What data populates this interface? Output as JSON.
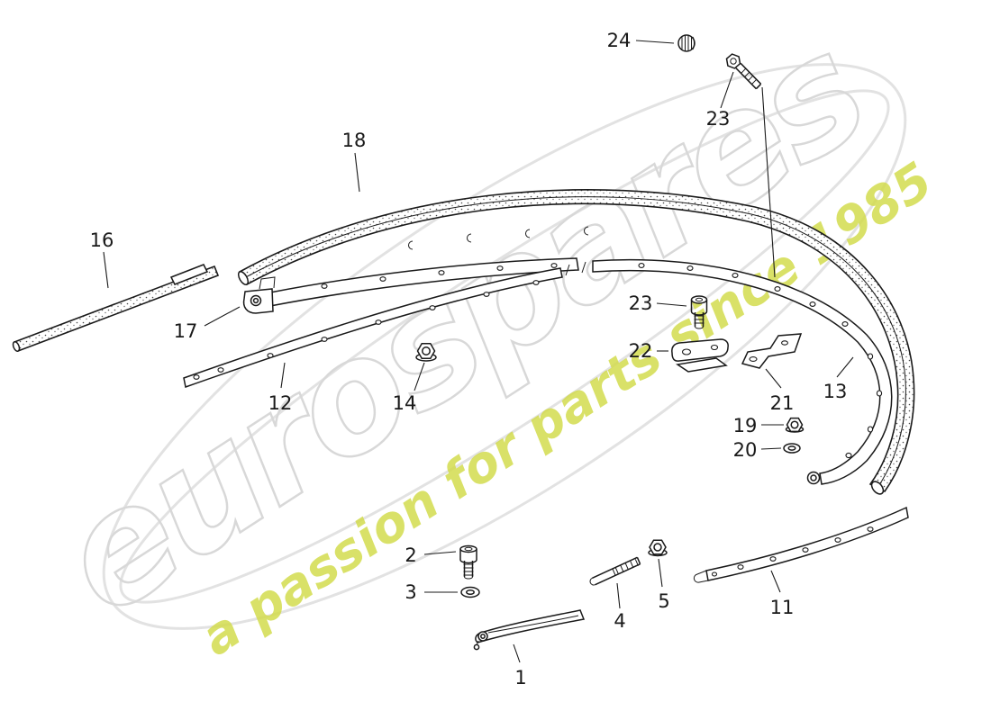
{
  "page": {
    "background": "#ffffff"
  },
  "watermark": {
    "brand": "eurospares",
    "tagline": "a passion for parts since 1985",
    "brand_outline_color": "#d8d8d8",
    "tagline_color": "#d3dc4e",
    "swoosh_color": "#e2e2e2"
  },
  "diagram": {
    "line_color": "#1a1a1a",
    "callouts": [
      {
        "label": "24"
      },
      {
        "label": "23"
      },
      {
        "label": "18"
      },
      {
        "label": "16"
      },
      {
        "label": "17"
      },
      {
        "label": "12"
      },
      {
        "label": "14"
      },
      {
        "label": "23"
      },
      {
        "label": "22"
      },
      {
        "label": "21"
      },
      {
        "label": "13"
      },
      {
        "label": "19"
      },
      {
        "label": "20"
      },
      {
        "label": "2"
      },
      {
        "label": "3"
      },
      {
        "label": "4"
      },
      {
        "label": "5"
      },
      {
        "label": "11"
      },
      {
        "label": "1"
      }
    ]
  }
}
